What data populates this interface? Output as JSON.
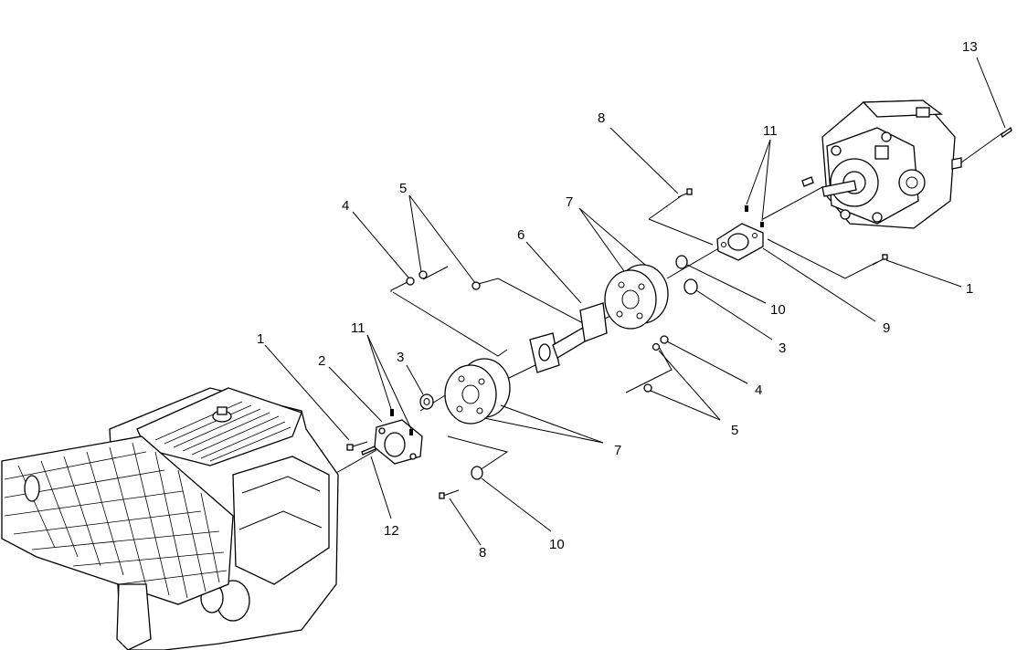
{
  "callouts": {
    "c1_left": "1",
    "c2": "2",
    "c11_left": "11",
    "c3_left": "3",
    "c4_top": "4",
    "c5_top": "5",
    "c6": "6",
    "c7_top": "7",
    "c8_top": "8",
    "c11_right": "11",
    "c13": "13",
    "c1_right": "1",
    "c10_right": "10",
    "c9": "9",
    "c3_right": "3",
    "c4_right": "4",
    "c5_right": "5",
    "c7_bottom": "7",
    "c12": "12",
    "c8_bottom": "8",
    "c10_bottom": "10"
  }
}
